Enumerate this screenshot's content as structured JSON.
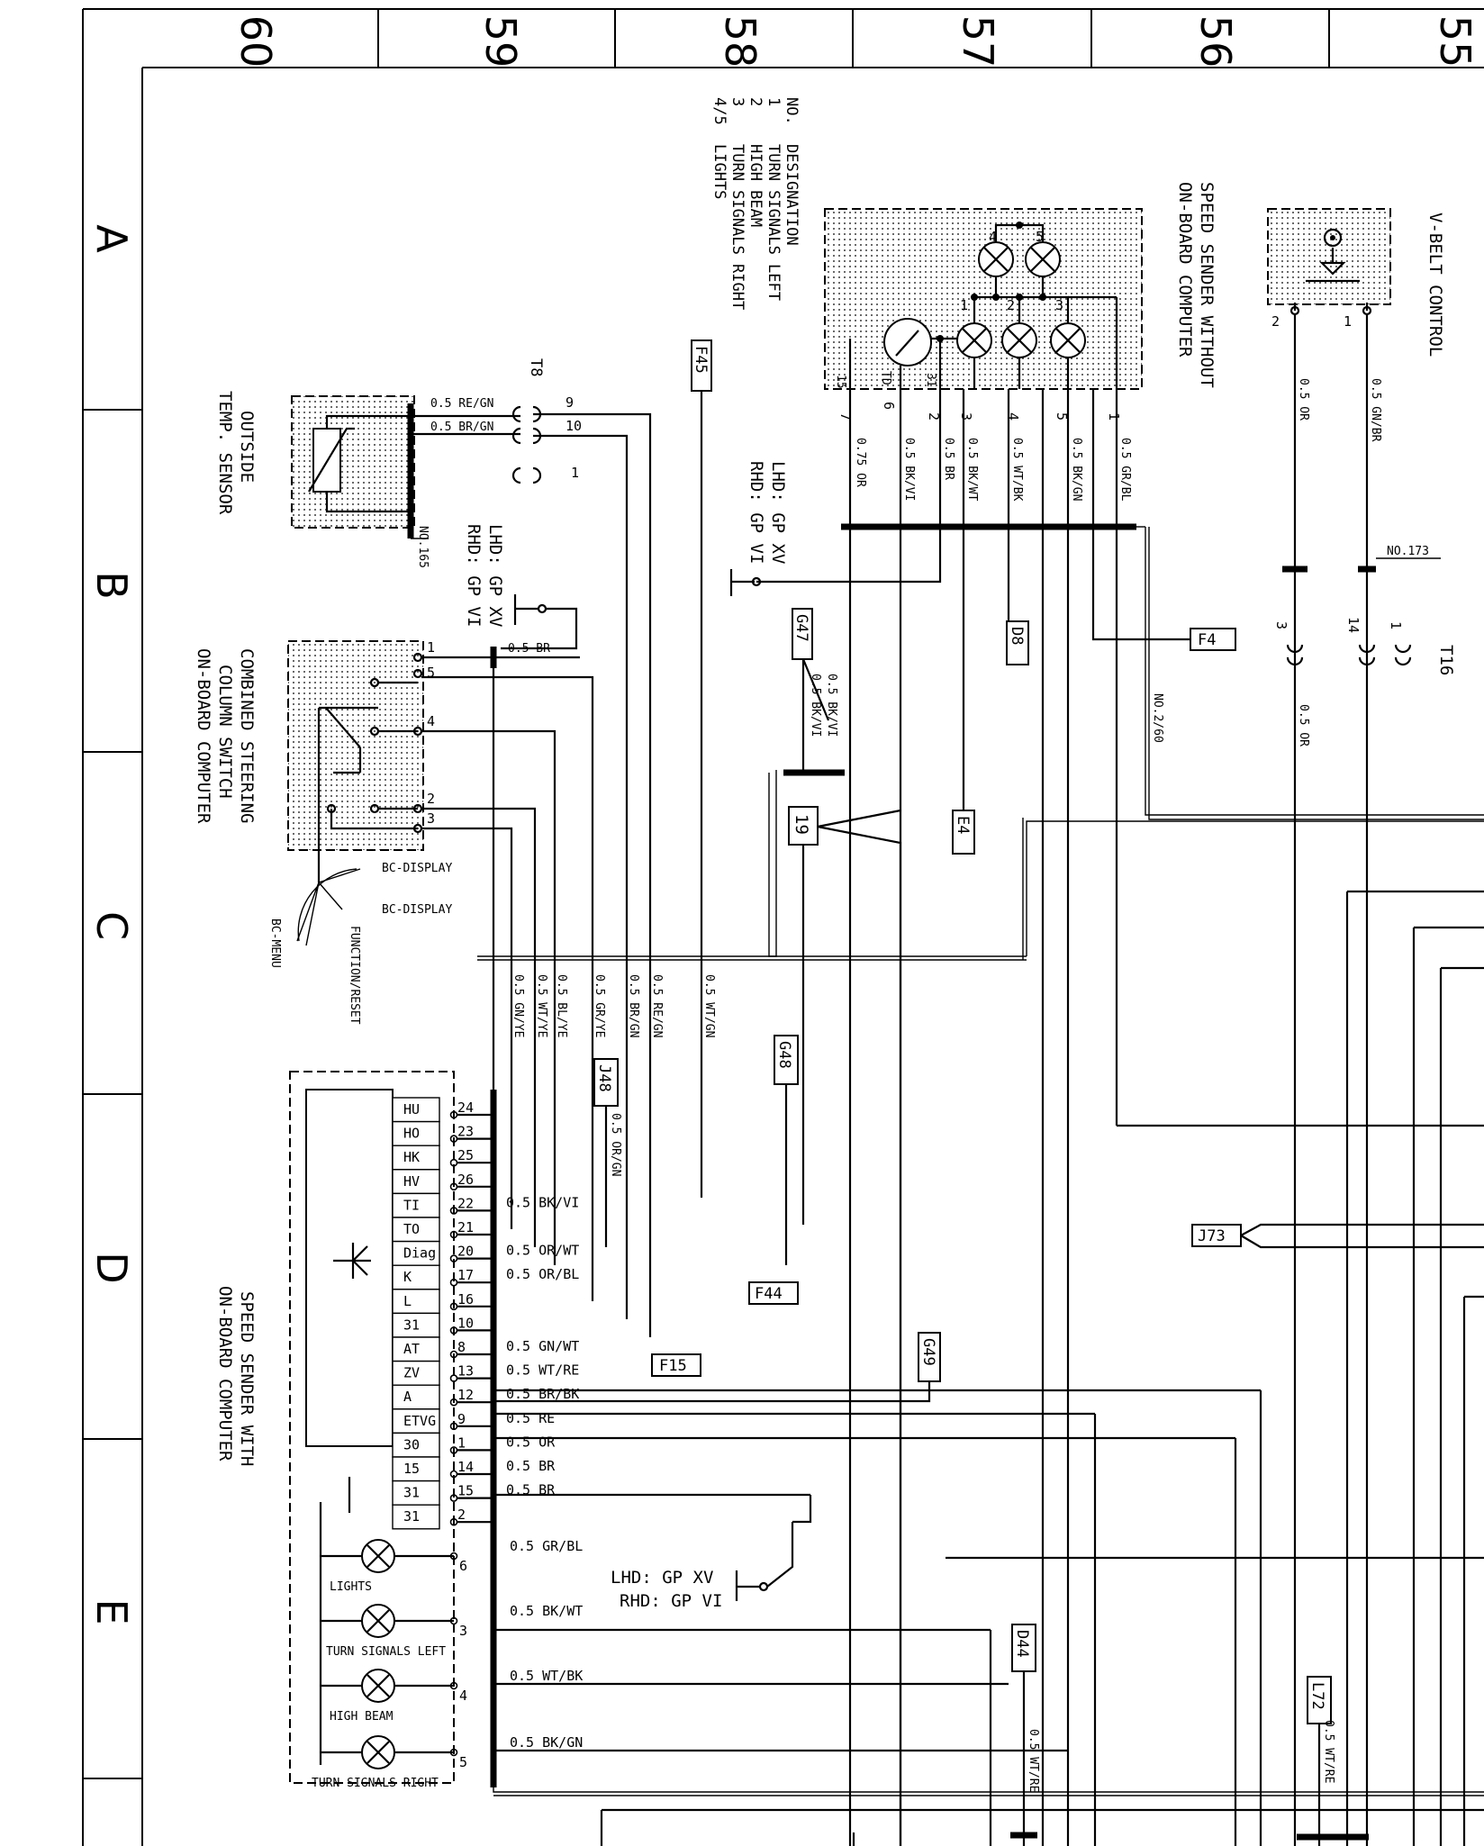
{
  "ruler": {
    "columns": [
      "60",
      "59",
      "58",
      "57",
      "56",
      "55"
    ],
    "rows": [
      "A",
      "B",
      "C",
      "D",
      "E"
    ]
  },
  "legend": {
    "header_no": "NO.",
    "header_designation": "DESIGNATION",
    "rows": [
      {
        "no": "1",
        "designation": "TURN SIGNALS LEFT"
      },
      {
        "no": "2",
        "designation": "HIGH BEAM"
      },
      {
        "no": "3",
        "designation": "TURN SIGNALS RIGHT"
      },
      {
        "no": "4/5",
        "designation": "LIGHTS"
      }
    ]
  },
  "components": {
    "vbelt": "V-BELT CONTROL",
    "speed_top_1": "SPEED SENDER WITHOUT",
    "speed_top_2": "ON-BOARD COMPUTER",
    "outside_1": "OUTSIDE",
    "outside_2": "TEMP. SENSOR",
    "steer_1": "COMBINED STEERING",
    "steer_2": "COLUMN SWITCH",
    "steer_3": "ON-BOARD COMPUTER",
    "speed_bot_1": "SPEED SENDER WITH",
    "speed_bot_2": "ON-BOARD COMPUTER",
    "bc_display_1": "BC-DISPLAY",
    "bc_display_2": "BC-DISPLAY",
    "bc_menu": "BC-MENU",
    "function_reset": "FUNCTION/RESET",
    "lamp_lights": "LIGHTS",
    "lamp_turn_left": "TURN SIGNALS LEFT",
    "lamp_high_beam": "HIGH BEAM",
    "lamp_turn_right": "TURN SIGNALS RIGHT"
  },
  "ground_labels": {
    "g1_line1": "LHD: GP XV",
    "g1_line2": "RHD: GP VI",
    "g2_line1": "LHD: GP XV",
    "g2_line2": "RHD: GP VI",
    "g3_line1": "LHD: GP XV",
    "g3_line2": "RHD: GP VI"
  },
  "refs": {
    "F45": "F45",
    "G47": "G47",
    "D8": "D8",
    "F4": "F4",
    "E4": "E4",
    "num19": "19",
    "G48": "G48",
    "J48": "J48",
    "F44": "F44",
    "F15": "F15",
    "G49": "G49",
    "D44": "D44",
    "L72": "L72",
    "J73": "J73",
    "T8": "T8",
    "T16": "T16",
    "NO173": "NO.173",
    "NO165": "NO.165",
    "NO260": "NO.2/60"
  },
  "wires": {
    "vbelt_left": "0.5 OR",
    "vbelt_right": "0.5 GN/BR",
    "t16_wire": "0.5 OR",
    "top_75or": "0.75 OR",
    "top_bkvi": "0.5 BK/VI",
    "top_br": "0.5 BR",
    "top_bkwt": "0.5 BK/WT",
    "top_wtbk": "0.5 WT/BK",
    "top_bkgn": "0.5 BK/GN",
    "top_grbl": "0.5 GR/BL",
    "t8_regn": "0.5 RE/GN",
    "t8_brgn": "0.5 BR/GN",
    "g47_bkvi_1": "0.5 BK/VI",
    "g47_bkvi_2": "0.5 BK/VI",
    "steer_br": "0.5 BR",
    "v_gnye": "0.5 GN/YE",
    "v_wtye": "0.5 WT/YE",
    "v_blye": "0.5 BL/YE",
    "v_grye": "0.5 GR/YE",
    "v_brgn": "0.5 BR/GN",
    "v_regn": "0.5 RE/GN",
    "v_wtgn": "0.5 WT/GN",
    "j48_orgn": "0.5 OR/GN",
    "d44_wtre": "0.5 WT/RE",
    "l72_wtre": "0.5 WT/RE"
  },
  "connector": {
    "rows": [
      {
        "sig": "HU",
        "pin": "24",
        "wire": ""
      },
      {
        "sig": "HO",
        "pin": "23",
        "wire": ""
      },
      {
        "sig": "HK",
        "pin": "25",
        "wire": ""
      },
      {
        "sig": "HV",
        "pin": "26",
        "wire": ""
      },
      {
        "sig": "TI",
        "pin": "22",
        "wire": "0.5 BK/VI"
      },
      {
        "sig": "TO",
        "pin": "21",
        "wire": ""
      },
      {
        "sig": "Diag",
        "pin": "20",
        "wire": "0.5 OR/WT"
      },
      {
        "sig": "K",
        "pin": "17",
        "wire": "0.5 OR/BL"
      },
      {
        "sig": "L",
        "pin": "16",
        "wire": ""
      },
      {
        "sig": "31",
        "pin": "10",
        "wire": ""
      },
      {
        "sig": "AT",
        "pin": "8",
        "wire": "0.5 GN/WT"
      },
      {
        "sig": "ZV",
        "pin": "13",
        "wire": "0.5 WT/RE"
      },
      {
        "sig": "A",
        "pin": "12",
        "wire": "0.5 BR/BK"
      },
      {
        "sig": "ETVG",
        "pin": "9",
        "wire": "0.5 RE"
      },
      {
        "sig": "30",
        "pin": "1",
        "wire": "0.5 OR"
      },
      {
        "sig": "15",
        "pin": "14",
        "wire": "0.5 BR"
      },
      {
        "sig": "31",
        "pin": "15",
        "wire": "0.5 BR"
      },
      {
        "sig": "31",
        "pin": "2",
        "wire": ""
      }
    ],
    "lamp_pins": [
      {
        "pin": "6",
        "wire": "0.5 GR/BL"
      },
      {
        "pin": "3",
        "wire": "0.5 BK/WT"
      },
      {
        "pin": "4",
        "wire": "0.5 WT/BK"
      },
      {
        "pin": "5",
        "wire": "0.5 BK/GN"
      }
    ]
  },
  "pins": {
    "vb2": "2",
    "vb1": "1",
    "t16_3": "3",
    "t16_14": "14",
    "t16_1": "1",
    "t8_9": "9",
    "t8_10": "10",
    "t8_1": "1",
    "sw1": "1",
    "sw5": "5",
    "sw4": "4",
    "sw2": "2",
    "sw3": "3",
    "top7": "7",
    "top6": "6",
    "top2": "2",
    "top3": "3",
    "top4": "4",
    "top5": "5",
    "top1": "1",
    "in15": "15",
    "inTD": "TD",
    "in31": "31",
    "lamp1": "1",
    "lamp2": "2",
    "lamp3": "3",
    "lamp4": "4",
    "lamp5": "5"
  }
}
